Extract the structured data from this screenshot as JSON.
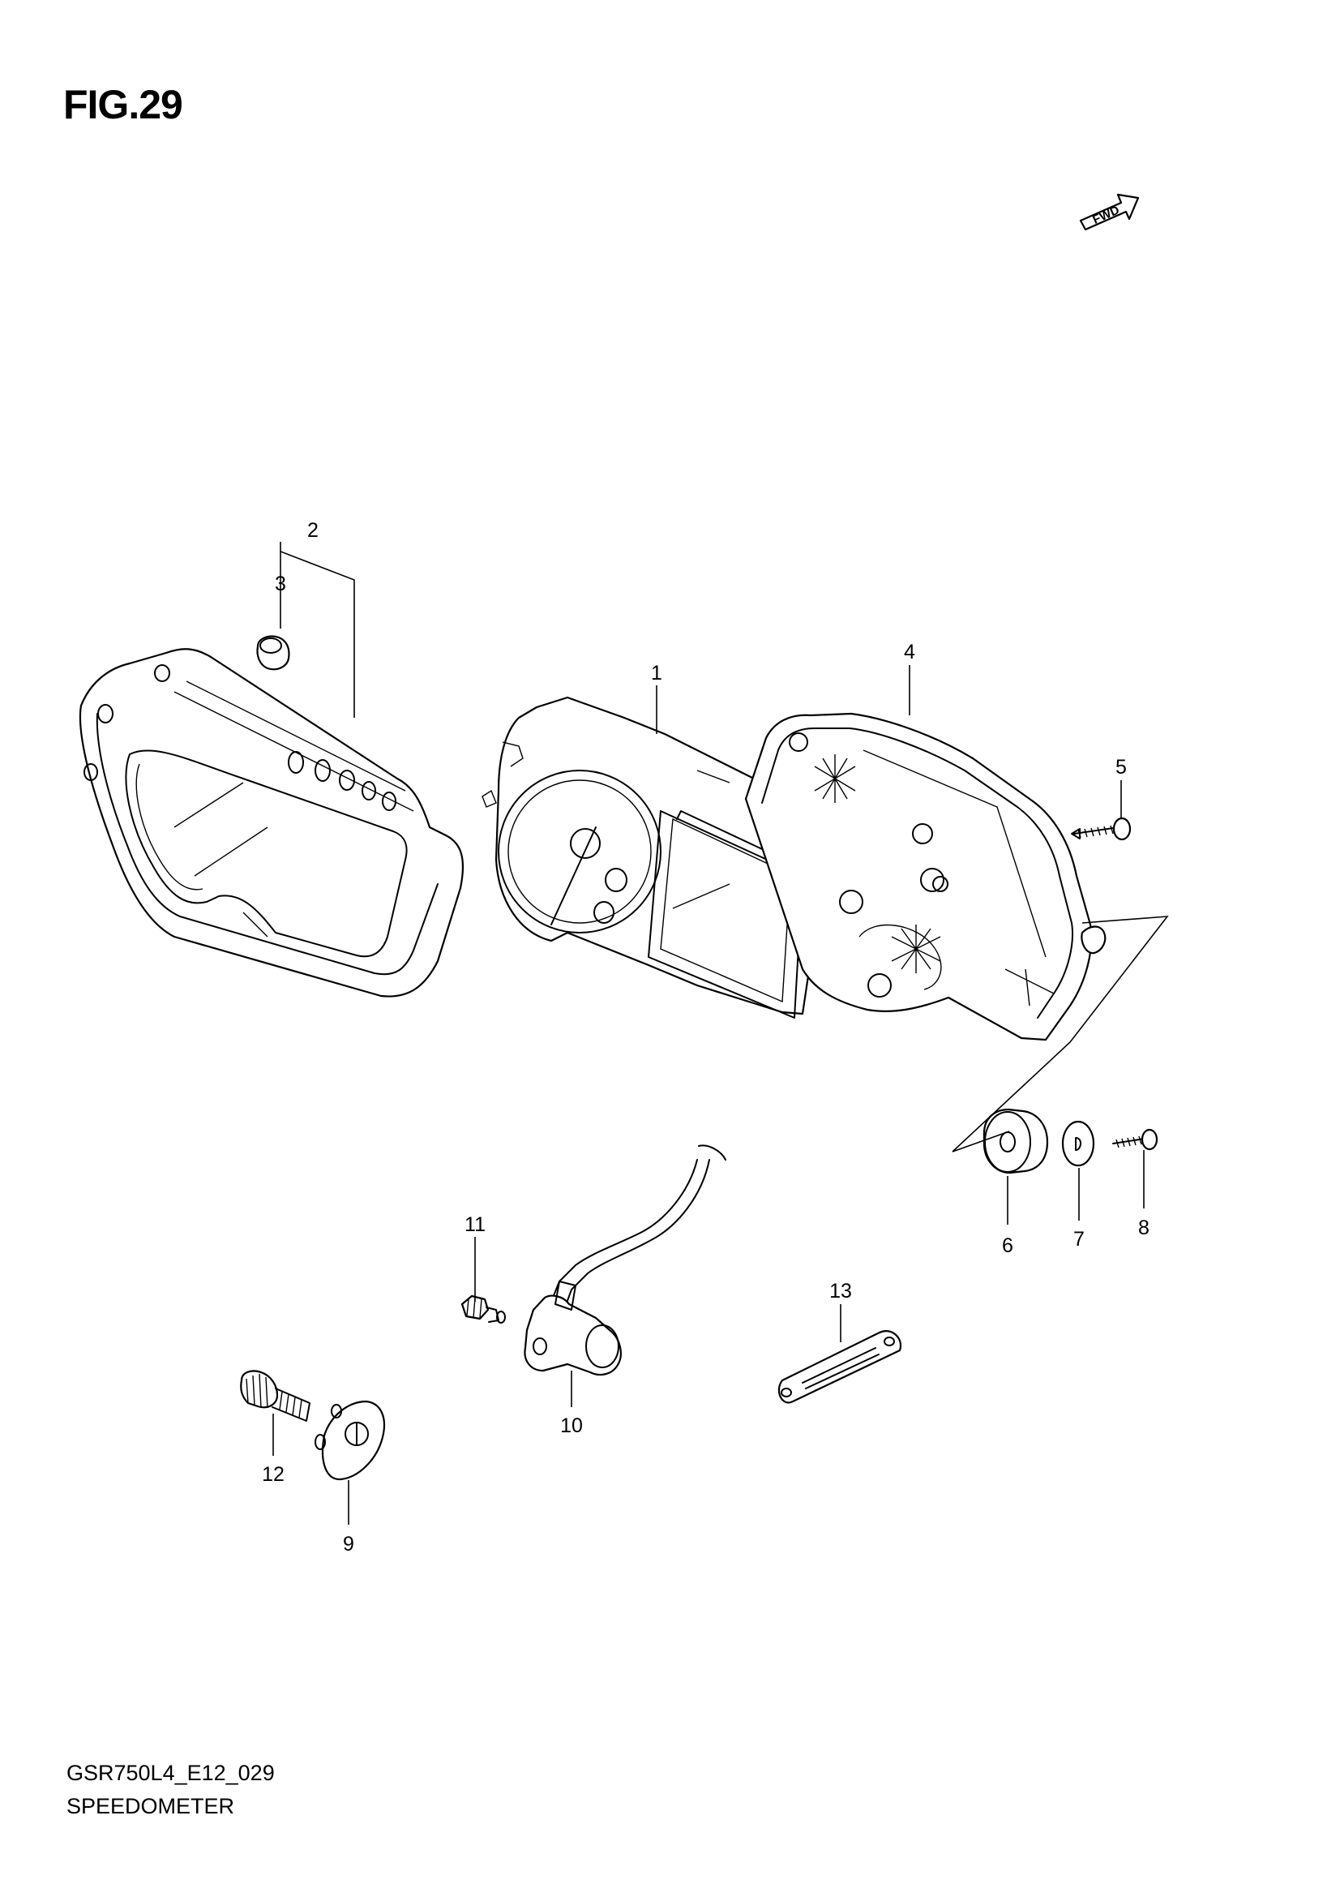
{
  "figure": {
    "title": "FIG.29",
    "model_code": "GSR750L4_E12_029",
    "section_name": "SPEEDOMETER",
    "direction_label": "FWD"
  },
  "callouts": [
    {
      "id": "1",
      "label": "1"
    },
    {
      "id": "2",
      "label": "2"
    },
    {
      "id": "3",
      "label": "3"
    },
    {
      "id": "4",
      "label": "4"
    },
    {
      "id": "5",
      "label": "5"
    },
    {
      "id": "6",
      "label": "6"
    },
    {
      "id": "7",
      "label": "7"
    },
    {
      "id": "8",
      "label": "8"
    },
    {
      "id": "9",
      "label": "9"
    },
    {
      "id": "10",
      "label": "10"
    },
    {
      "id": "11",
      "label": "11"
    },
    {
      "id": "12",
      "label": "12"
    },
    {
      "id": "13",
      "label": "13"
    }
  ]
}
